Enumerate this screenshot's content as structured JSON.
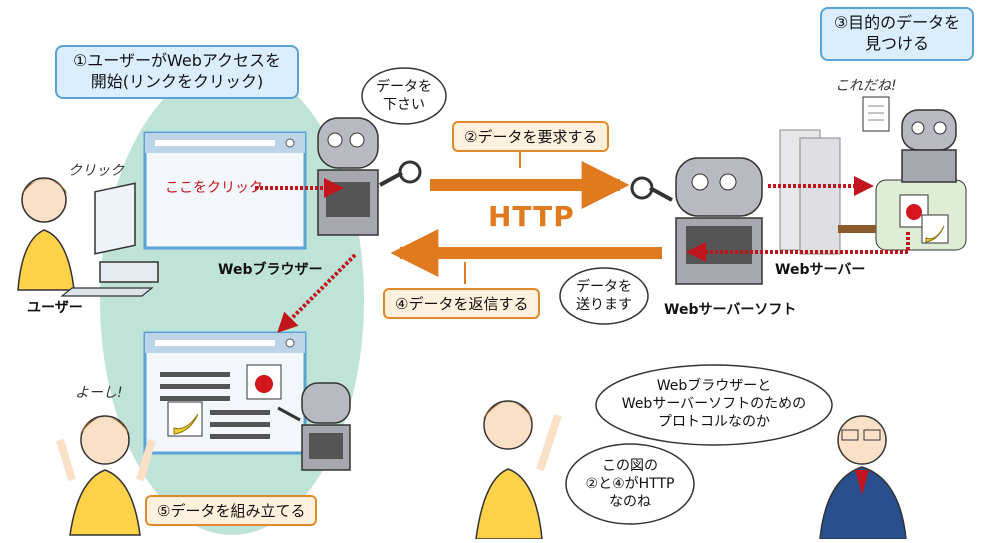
{
  "steps": {
    "s1": "①ユーザーがWebアクセスを開始(リンクをクリック)",
    "s1_line1": "①ユーザーがWebアクセスを",
    "s1_line2": "開始(リンクをクリック)",
    "s2": "②データを要求する",
    "s3_line1": "③目的のデータを",
    "s3_line2": "見つける",
    "s4": "④データを返信する",
    "s5": "⑤データを組み立てる"
  },
  "labels": {
    "user": "ユーザー",
    "browser": "Webブラウザー",
    "server_software": "Webサーバーソフト",
    "server": "Webサーバー",
    "http": "HTTP",
    "click_here": "ここをクリック",
    "click_sound": "クリック",
    "yoshi": "よーし!",
    "koredane": "これだね!"
  },
  "speech": {
    "browser_robot_line1": "データを",
    "browser_robot_line2": "下さい",
    "server_robot_line1": "データを",
    "server_robot_line2": "送ります",
    "man_line1": "Webブラウザーと",
    "man_line2": "Webサーバーソフトのための",
    "man_line3": "プロトコルなのか",
    "woman_line1": "この図の",
    "woman_line2": "②と④がHTTP",
    "woman_line3": "なのね"
  },
  "colors": {
    "arrow_orange": "#e07a1f",
    "dotted_red": "#c0151c",
    "callout_blue": "#5aa3d6",
    "ellipse_green": "#bfe3d6"
  },
  "icons": [
    "computer-icon",
    "robot-icon",
    "server-icon",
    "apple-icon",
    "banana-icon",
    "document-icon"
  ]
}
